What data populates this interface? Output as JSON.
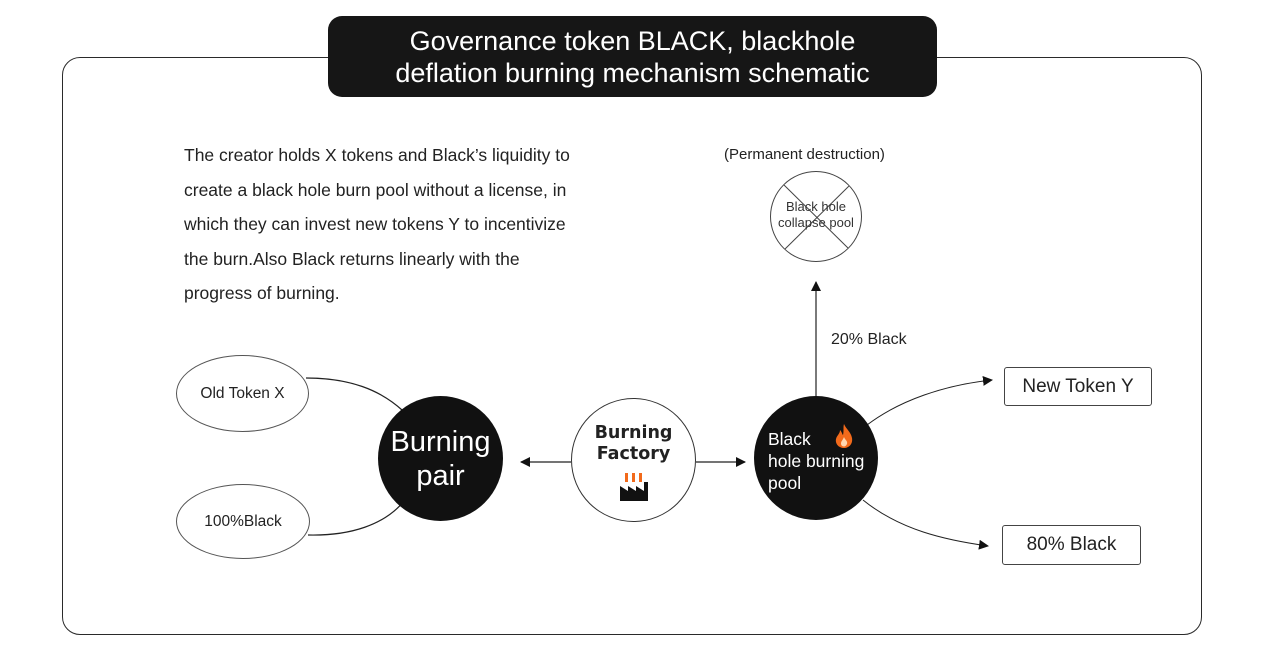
{
  "title": {
    "line1": "Governance token BLACK, blackhole",
    "line2": "deflation burning mechanism schematic"
  },
  "description": {
    "lines": [
      "The creator holds X tokens and Black’s liquidity to",
      "create a black hole burn pool without a license, in",
      "which they can invest new tokens Y to incentivize",
      "the burn.Also Black returns linearly with the",
      "progress of burning."
    ]
  },
  "inputs": {
    "old_token": "Old Token X",
    "black_100": "100%Black"
  },
  "burning_pair": {
    "line1": "Burning",
    "line2": "pair"
  },
  "burning_factory": {
    "line1": "Burning",
    "line2": "Factory",
    "icon": "factory-icon"
  },
  "pool": {
    "line1": "Black",
    "line2": "hole burning",
    "line3": "pool",
    "icon": "flame-icon"
  },
  "collapse_pool": {
    "caption": "(Permanent destruction)",
    "line1": "Black hole",
    "line2": "collapse pool"
  },
  "flows": {
    "to_collapse": "20% Black",
    "new_token": "New Token Y",
    "returned": "80% Black"
  },
  "colors": {
    "dark": "#111111",
    "flame": "#f26a1b",
    "frame": "#2a2a2a"
  }
}
